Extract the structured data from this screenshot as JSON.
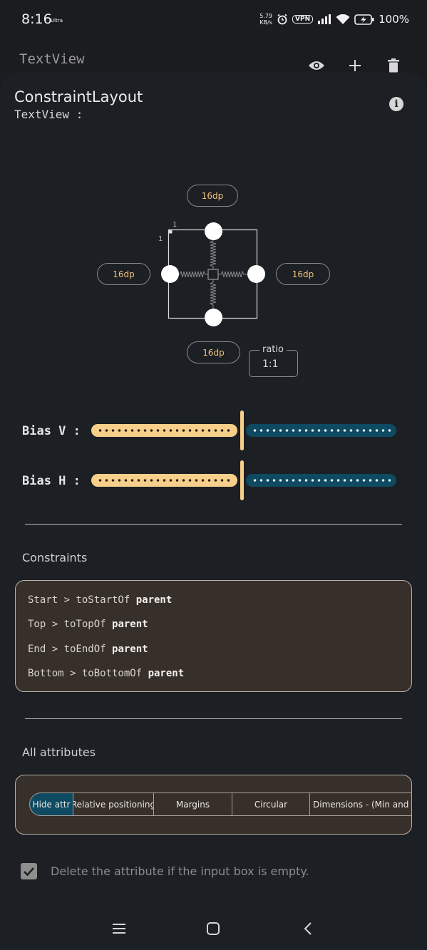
{
  "status_bar": {
    "time": "8:16",
    "ultra": "Ultra",
    "speed_value": "5.79",
    "speed_unit": "KB/s",
    "vpn": "VPN",
    "battery_pct": "100%"
  },
  "topbar": {
    "title": "TextView",
    "icons": [
      "eye-icon",
      "plus-icon",
      "trash-icon"
    ]
  },
  "sheet": {
    "title": "ConstraintLayout",
    "subtitle": "TextView :",
    "info_icon": "i"
  },
  "constraint_editor": {
    "margin_top": "16dp",
    "margin_start": "16dp",
    "margin_end": "16dp",
    "margin_bottom": "16dp",
    "small_label_top": "1",
    "small_label_left": "1",
    "ratio_label": "ratio",
    "ratio_value": "1:1"
  },
  "bias": {
    "v_label": "Bias V :",
    "h_label": "Bias H :",
    "v_value": 0.5,
    "h_value": 0.5
  },
  "constraints": {
    "title": "Constraints",
    "lines": [
      {
        "prefix": "Start > toStartOf ",
        "target": "parent"
      },
      {
        "prefix": "Top > toTopOf ",
        "target": "parent"
      },
      {
        "prefix": "End > toEndOf ",
        "target": "parent"
      },
      {
        "prefix": "Bottom > toBottomOf ",
        "target": "parent"
      }
    ]
  },
  "all_attributes": {
    "title": "All attributes",
    "tabs": [
      "Hide attr",
      "Relative positioning",
      "Margins",
      "Circular",
      "Dimensions - (Min and Max)"
    ]
  },
  "options": {
    "delete_empty_label": "Delete the attribute if the input box is empty.",
    "delete_empty_checked": true
  },
  "colors": {
    "background": "#1a1c20",
    "accent_yellow": "#f7cf8a",
    "accent_teal": "#0e4a61",
    "card_brown": "#372f2a"
  }
}
